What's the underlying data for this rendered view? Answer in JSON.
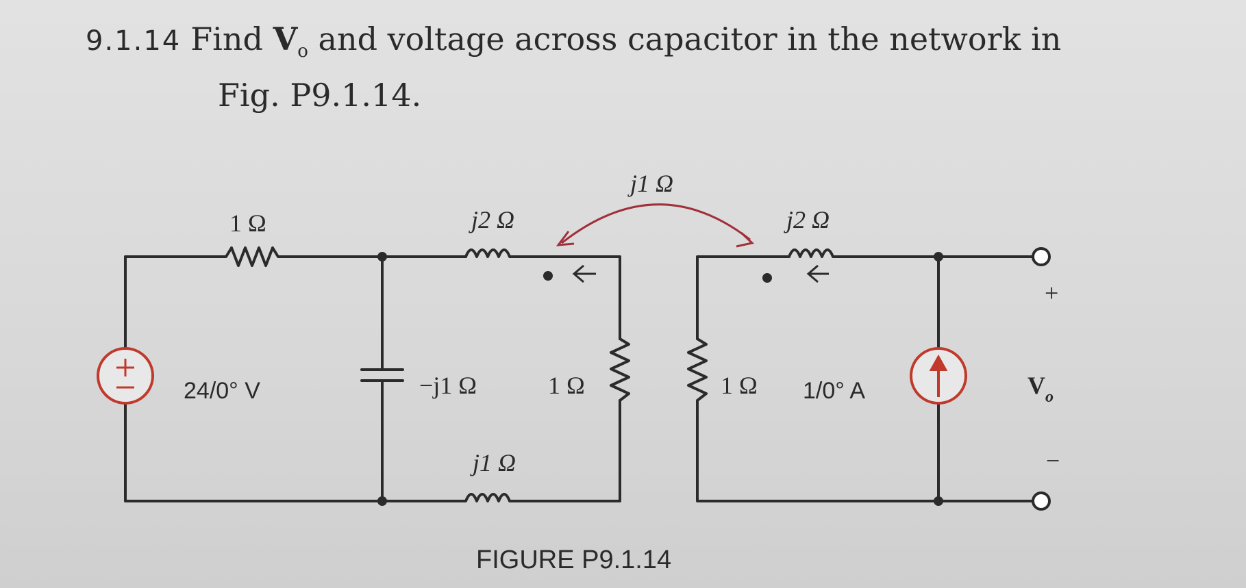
{
  "problem": {
    "number": "9.1.14",
    "text_before": "Find",
    "var_main": "V",
    "var_sub": "o",
    "text_after": "and voltage across capacitor in the network in",
    "line2": "Fig. P9.1.14."
  },
  "figure": {
    "caption": "FIGURE P9.1.14",
    "labels": {
      "r1": "1 Ω",
      "l1": "j2 Ω",
      "mutual": "j1 Ω",
      "l2": "j2 Ω",
      "source": "24/0° V",
      "cap": "−j1 Ω",
      "r2": "1 Ω",
      "r3": "1 Ω",
      "current_src": "1/0° A",
      "l3": "j1 Ω",
      "plus": "+",
      "minus": "−",
      "vo_main": "V",
      "vo_sub": "o"
    }
  },
  "colors": {
    "wire": "#2b2b2b",
    "source": "#c0392b",
    "mutual_arrow": "#a0303a"
  }
}
